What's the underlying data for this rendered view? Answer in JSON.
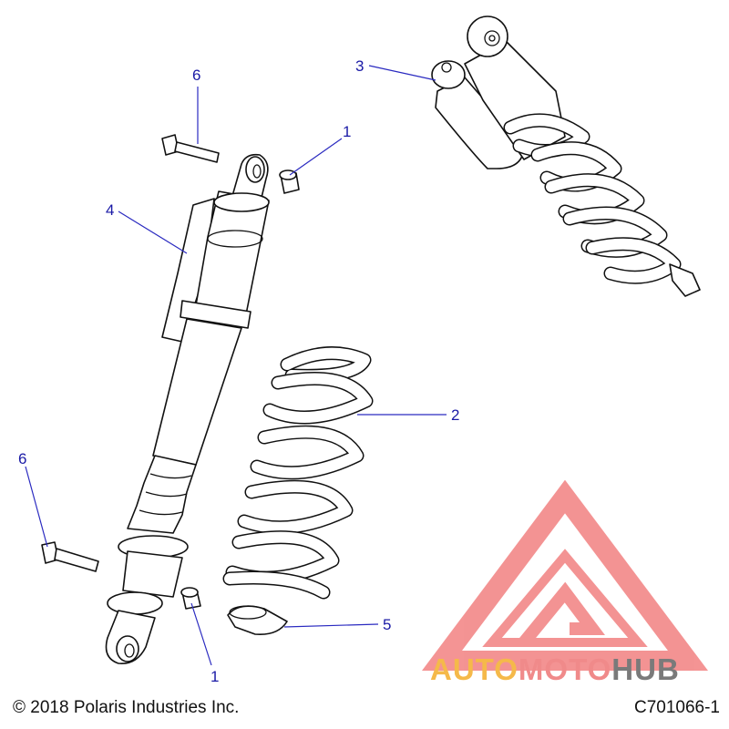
{
  "callouts": [
    {
      "id": "c6a",
      "label": "6"
    },
    {
      "id": "c1a",
      "label": "1"
    },
    {
      "id": "c3",
      "label": "3"
    },
    {
      "id": "c4",
      "label": "4"
    },
    {
      "id": "c2",
      "label": "2"
    },
    {
      "id": "c6b",
      "label": "6"
    },
    {
      "id": "c5",
      "label": "5"
    },
    {
      "id": "c1b",
      "label": "1"
    }
  ],
  "footer": {
    "copyright": "© 2018 Polaris Industries Inc.",
    "drawing_number": "C701066-1"
  },
  "watermark": {
    "part1": "AUTO",
    "part2": "MOTO",
    "part3": "HUB",
    "colors": {
      "auto": "#f5b94a",
      "moto": "#f08a8a",
      "hub": "#7a7a7a",
      "triangle": "#f07070"
    }
  },
  "colors": {
    "callout": "#1a1aa6",
    "leader": "#2a2ac0",
    "line_art": "#111111"
  }
}
